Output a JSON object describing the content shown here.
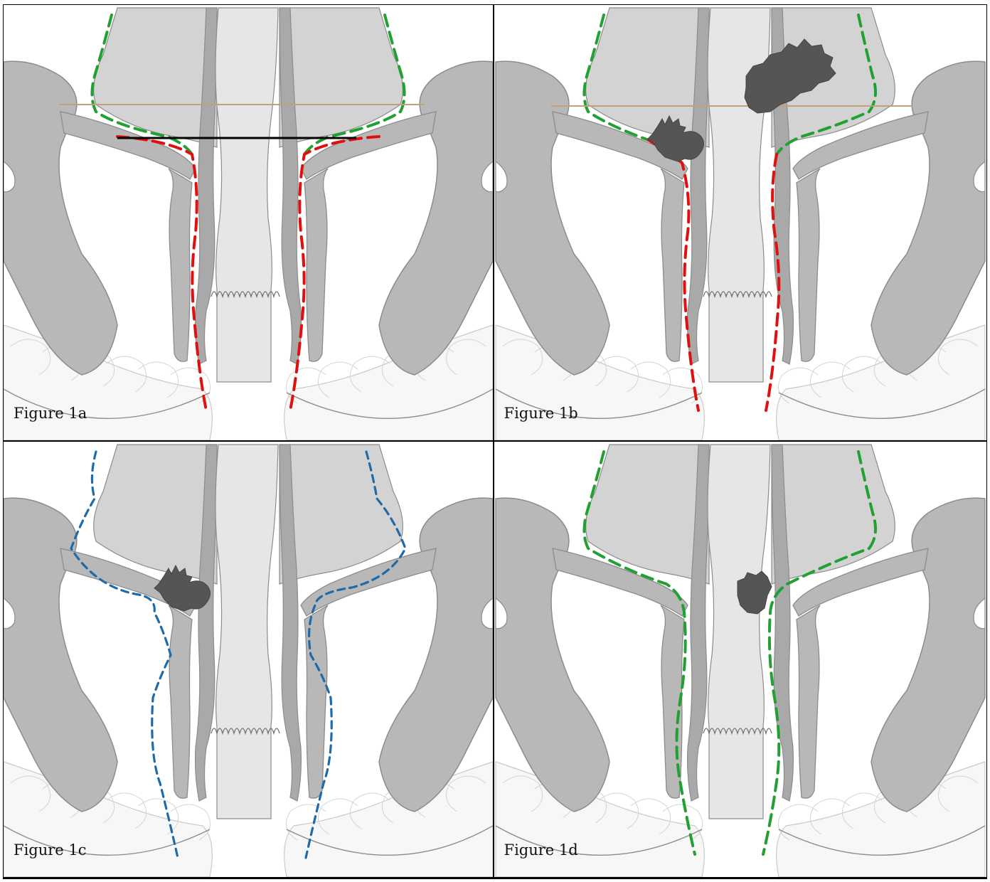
{
  "panels": [
    {
      "id": "1a",
      "caption": "Figure 1a"
    },
    {
      "id": "1b",
      "caption": "Figure 1b"
    },
    {
      "id": "1c",
      "caption": "Figure 1c"
    },
    {
      "id": "1d",
      "caption": "Figure 1d"
    }
  ],
  "colors": {
    "tissue_dark": "#b8b8b8",
    "tissue_mid": "#d3d3d3",
    "tissue_light": "#e6e6e6",
    "fat": "#f7f7f7",
    "outline": "#8c8c8c",
    "tumor": "#555555",
    "dash_green": "#22a033",
    "dash_red": "#e01010",
    "dash_blue": "#1f6aa8",
    "line_tan": "#c4a07a",
    "line_black": "#000000"
  }
}
